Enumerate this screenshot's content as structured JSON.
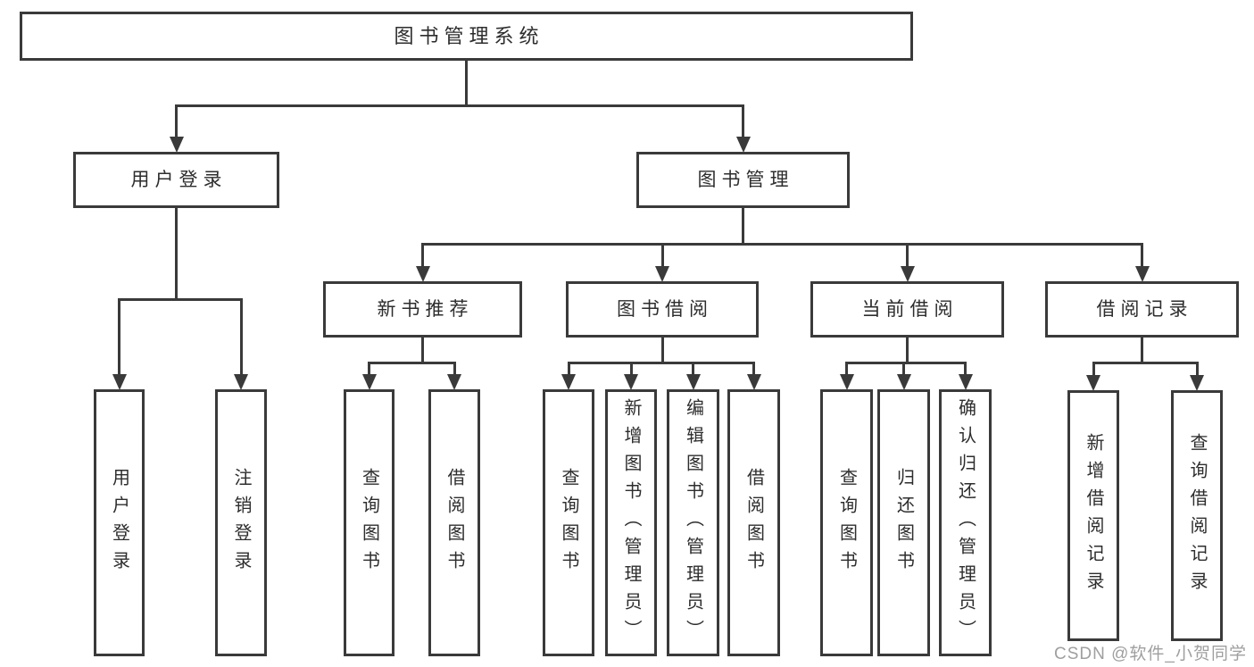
{
  "diagram_title": "图书管理系统",
  "watermark": "CSDN @软件_小贺同学",
  "colors": {
    "line": "#3a3a3a",
    "text": "#2d2d2d",
    "background": "#ffffff",
    "watermark": "#9f9f9f"
  },
  "nodes": [
    {
      "id": "root",
      "label": "图书管理系统",
      "parent": null
    },
    {
      "id": "user-login",
      "label": "用户登录",
      "parent": "root"
    },
    {
      "id": "book-mgmt",
      "label": "图书管理",
      "parent": "root"
    },
    {
      "id": "login",
      "label": "用户登录",
      "parent": "user-login"
    },
    {
      "id": "logout",
      "label": "注销登录",
      "parent": "user-login"
    },
    {
      "id": "new-book-rec",
      "label": "新书推荐",
      "parent": "book-mgmt"
    },
    {
      "id": "book-borrow",
      "label": "图书借阅",
      "parent": "book-mgmt"
    },
    {
      "id": "current-borrow",
      "label": "当前借阅",
      "parent": "book-mgmt"
    },
    {
      "id": "borrow-records",
      "label": "借阅记录",
      "parent": "book-mgmt"
    },
    {
      "id": "nb-query",
      "label": "查询图书",
      "parent": "new-book-rec"
    },
    {
      "id": "nb-borrow",
      "label": "借阅图书",
      "parent": "new-book-rec"
    },
    {
      "id": "bb-query",
      "label": "查询图书",
      "parent": "book-borrow"
    },
    {
      "id": "bb-add",
      "label": "新增图书（管理员）",
      "parent": "book-borrow"
    },
    {
      "id": "bb-edit",
      "label": "编辑图书（管理员）",
      "parent": "book-borrow"
    },
    {
      "id": "bb-borrow",
      "label": "借阅图书",
      "parent": "book-borrow"
    },
    {
      "id": "cb-query",
      "label": "查询图书",
      "parent": "current-borrow"
    },
    {
      "id": "cb-return",
      "label": "归还图书",
      "parent": "current-borrow"
    },
    {
      "id": "cb-confirm",
      "label": "确认归还（管理员）",
      "parent": "current-borrow"
    },
    {
      "id": "br-add",
      "label": "新增借阅记录",
      "parent": "borrow-records"
    },
    {
      "id": "br-query",
      "label": "查询借阅记录",
      "parent": "borrow-records"
    }
  ]
}
